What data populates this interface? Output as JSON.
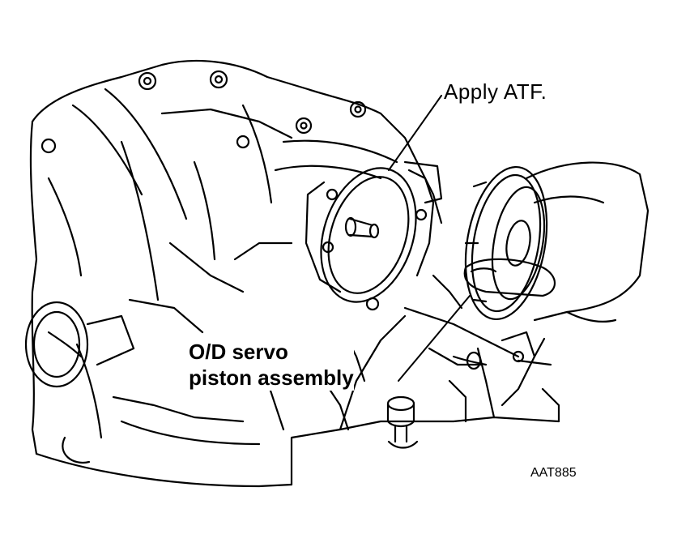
{
  "callouts": {
    "apply_atf": "Apply  ATF.",
    "servo_line1": "O/D servo",
    "servo_line2": "piston assembly"
  },
  "figure_code": "AAT885",
  "colors": {
    "ink": "#000000",
    "paper": "#ffffff"
  }
}
